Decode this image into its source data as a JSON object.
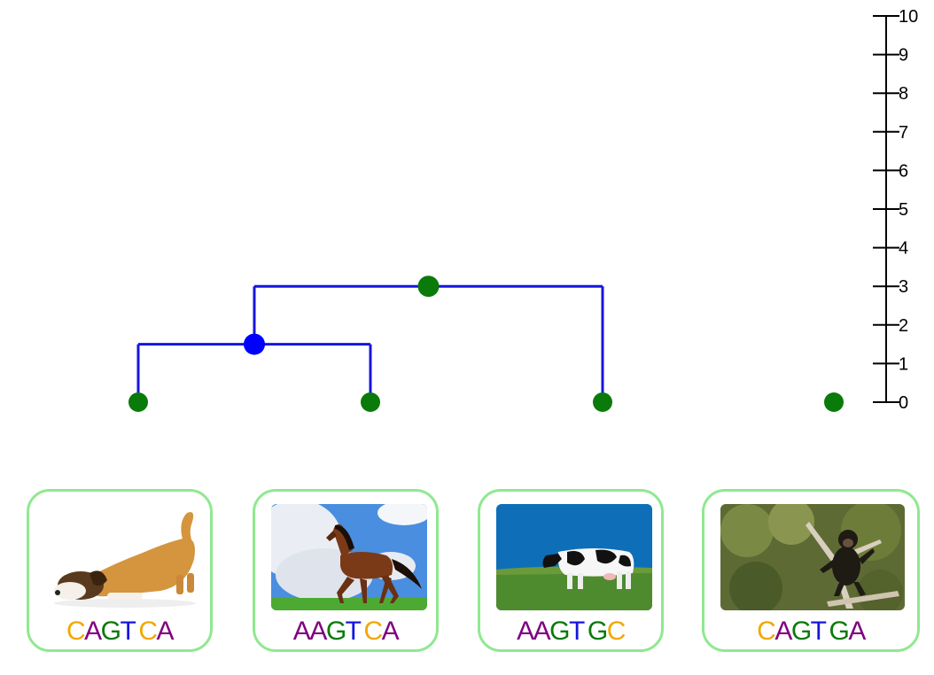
{
  "colors": {
    "branch": "#1515e0",
    "node_green": "#0a7a0a",
    "node_blue": "#0000ff",
    "card_border": "#90e890",
    "A": "#800080",
    "C": "#f0a800",
    "G": "#0a7a0a",
    "T": "#1515e0"
  },
  "axis": {
    "min": 0,
    "max": 10,
    "ticks": [
      "0",
      "1",
      "2",
      "3",
      "4",
      "5",
      "6",
      "7",
      "8",
      "9",
      "10"
    ]
  },
  "tree": {
    "leaves": [
      {
        "id": "dog",
        "height": 0
      },
      {
        "id": "horse",
        "height": 0
      },
      {
        "id": "cow",
        "height": 0
      },
      {
        "id": "chimp",
        "height": 0
      }
    ],
    "internal_nodes": [
      {
        "children": [
          "dog",
          "horse"
        ],
        "height": 1.5,
        "color": "blue"
      },
      {
        "children": [
          "dog-horse",
          "cow"
        ],
        "height": 3,
        "color": "green"
      }
    ]
  },
  "cards": [
    {
      "animal": "dog-icon",
      "sequence": "CAGTCA"
    },
    {
      "animal": "horse-icon",
      "sequence": "AAGTCA"
    },
    {
      "animal": "cow-icon",
      "sequence": "AAGTGC"
    },
    {
      "animal": "chimpanzee-icon",
      "sequence": "CAGTGA"
    }
  ]
}
